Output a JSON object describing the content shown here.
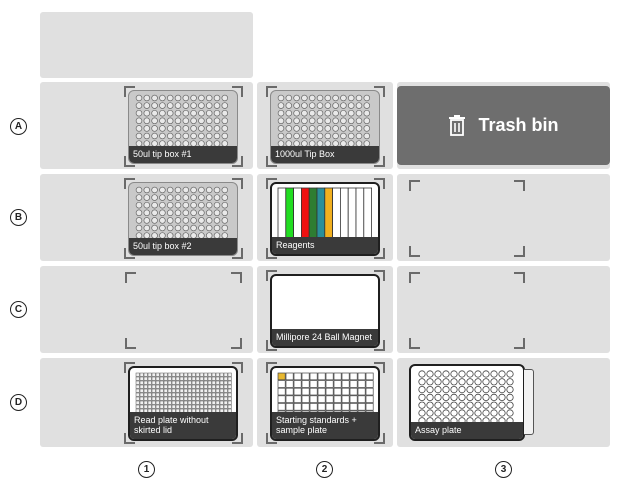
{
  "rows": [
    "A",
    "B",
    "C",
    "D"
  ],
  "columns": [
    "1",
    "2",
    "3"
  ],
  "labware": {
    "a1": "50ul tip box #1",
    "a2": "1000ul Tip Box",
    "b1": "50ul tip box #2",
    "b2": "Reagents",
    "c2": "Millipore 24 Ball Magnet",
    "d1": "Read plate without skirted lid",
    "d2": "Starting standards + sample plate",
    "d3": "Assay plate"
  },
  "trash": {
    "label": "Trash bin",
    "icon": "trash-icon"
  },
  "reagent_colors": [
    "#ffffff",
    "#22dd22",
    "#ffffff",
    "#ee1111",
    "#2e7d32",
    "#2a8f9a",
    "#f2b01e",
    "#ffffff",
    "#ffffff",
    "#ffffff",
    "#ffffff",
    "#ffffff"
  ],
  "colors": {
    "slot": "#e0e0e0",
    "trash": "#6e6e6e",
    "label_bg": "#3a3a3a",
    "highlight_well": "#e8b830"
  }
}
